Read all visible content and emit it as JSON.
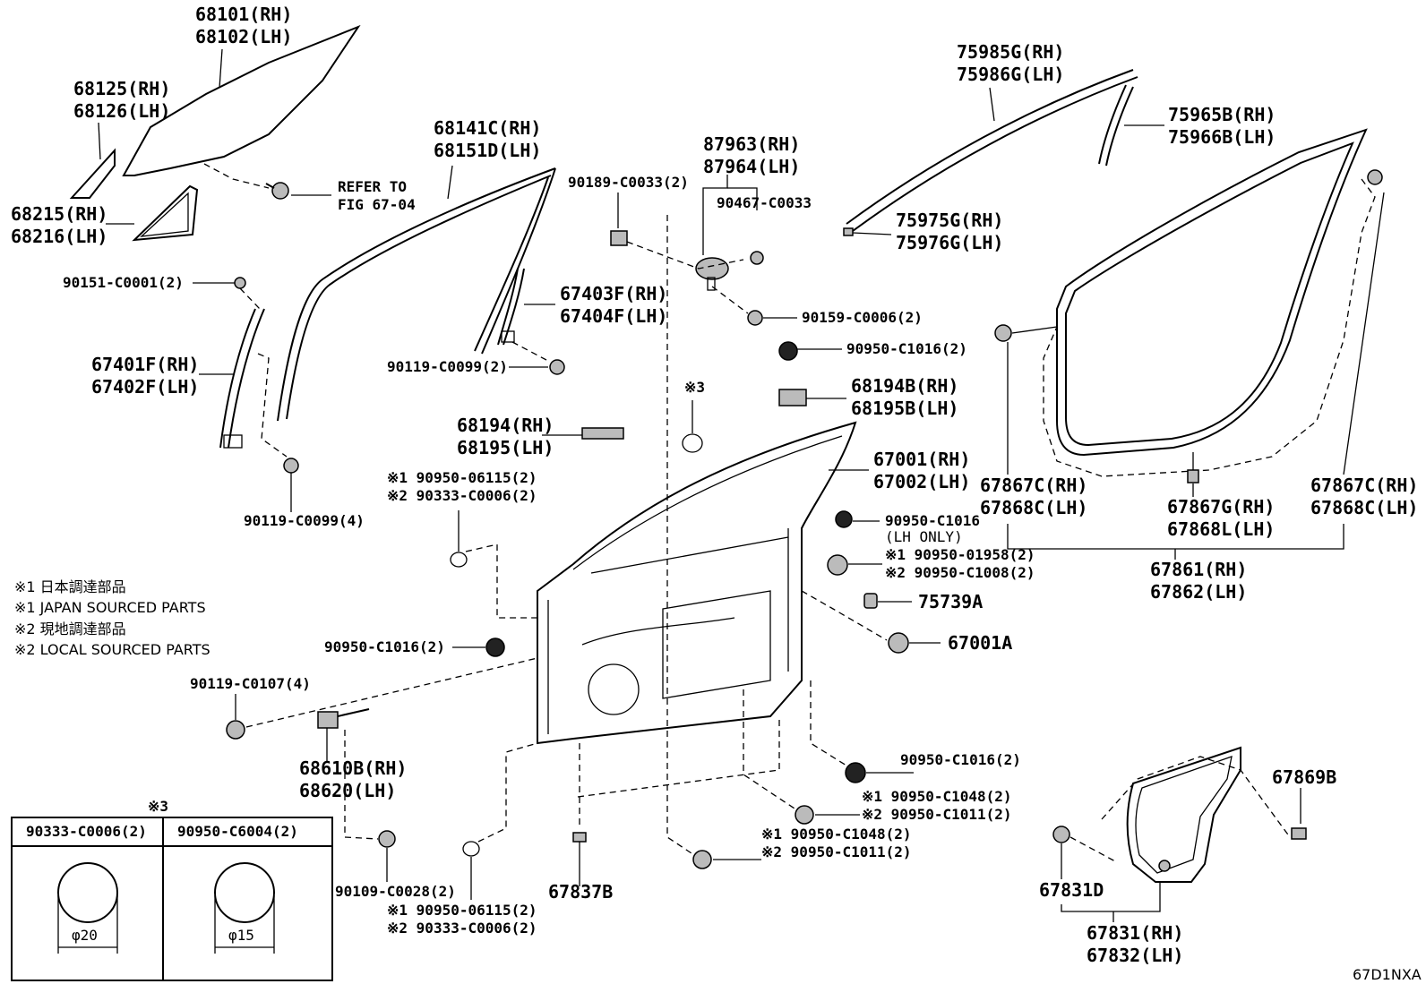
{
  "labels": {
    "glass_68101": [
      "68101(RH)",
      "68102(LH)"
    ],
    "glass_68125": [
      "68125(RH)",
      "68126(LH)"
    ],
    "refer": [
      "REFER TO",
      "FIG 67-04"
    ],
    "p68215": [
      "68215(RH)",
      "68216(LH)"
    ],
    "p90151": "90151-C0001(2)",
    "p67401": [
      "67401F(RH)",
      "67402F(LH)"
    ],
    "p90119a": "90119-C0099(4)",
    "p68141": [
      "68141C(RH)",
      "68151D(LH)"
    ],
    "p67403": [
      "67403F(RH)",
      "67404F(LH)"
    ],
    "p90119b": "90119-C0099(2)",
    "p90189": "90189-C0033(2)",
    "p87963": [
      "87963(RH)",
      "87964(LH)"
    ],
    "p90467": "90467-C0033",
    "p90159": "90159-C0006(2)",
    "p90950a": "90950-C1016(2)",
    "star3": "※3",
    "p68194b": [
      "68194B(RH)",
      "68195B(LH)"
    ],
    "p68194": [
      "68194(RH)",
      "68195(LH)"
    ],
    "p67001": [
      "67001(RH)",
      "67002(LH)"
    ],
    "p90950_06115a": [
      "※1 90950-06115(2)",
      "※2 90333-C0006(2)"
    ],
    "p90950_lh": [
      "90950-C1016",
      "(LH ONLY)"
    ],
    "p90950_01958": [
      "※1 90950-01958(2)",
      "※2 90950-C1008(2)"
    ],
    "p75739": "75739A",
    "p67001a": "67001A",
    "p90950b": "90950-C1016(2)",
    "p90119c": "90119-C0107(4)",
    "p68610": [
      "68610B(RH)",
      "68620(LH)"
    ],
    "p90950c": "90950-C1016(2)",
    "p90950_c1048a": [
      "※1 90950-C1048(2)",
      "※2 90950-C1011(2)"
    ],
    "p90950_c1048b": [
      "※1 90950-C1048(2)",
      "※2 90950-C1011(2)"
    ],
    "p90109": "90109-C0028(2)",
    "p90950_06115b": [
      "※1 90950-06115(2)",
      "※2 90333-C0006(2)"
    ],
    "p67837": "67837B",
    "p75985": [
      "75985G(RH)",
      "75986G(LH)"
    ],
    "p75965": [
      "75965B(RH)",
      "75966B(LH)"
    ],
    "p75975": [
      "75975G(RH)",
      "75976G(LH)"
    ],
    "p67867c_l": [
      "67867C(RH)",
      "67868C(LH)"
    ],
    "p67867g": [
      "67867G(RH)",
      "67868L(LH)"
    ],
    "p67867c_r": [
      "67867C(RH)",
      "67868C(LH)"
    ],
    "p67861": [
      "67861(RH)",
      "67862(LH)"
    ],
    "p67869": "67869B",
    "p67831d": "67831D",
    "p67831": [
      "67831(RH)",
      "67832(LH)"
    ],
    "fig_code": "67D1NXA"
  },
  "notes": [
    "※1 日本調達部品",
    "※1 JAPAN SOURCED PARTS",
    "※2 現地調達部品",
    "※2 LOCAL SOURCED PARTS"
  ],
  "table": {
    "title": "※3",
    "columns": [
      "90333-C0006(2)",
      "90950-C6004(2)"
    ],
    "dims": [
      "φ20",
      "φ15"
    ]
  }
}
